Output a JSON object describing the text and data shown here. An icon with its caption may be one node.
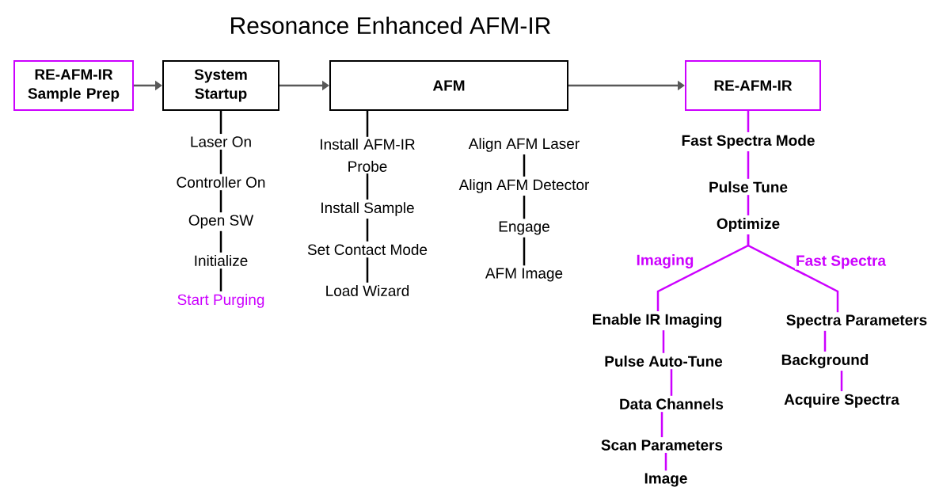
{
  "diagram": {
    "title": "Resonance Enhanced AFM-IR",
    "nodes": [
      {
        "text": [
          "RE-AFM-IR Sample Prep"
        ]
      },
      {
        "text": [
          "System Startup"
        ]
      },
      {
        "text": [
          "AFM"
        ]
      },
      {
        "text": [
          "RE-AFM-IR"
        ]
      },
      {
        "text": [
          "Laser On"
        ]
      },
      {
        "text": [
          "Controller On"
        ]
      },
      {
        "text": [
          "Open SW"
        ]
      },
      {
        "text": [
          "Initialize"
        ]
      },
      {
        "text": [
          "Start Purging"
        ]
      },
      {
        "text": [
          "Install AFM-IR Probe"
        ]
      },
      {
        "text": [
          "Install Sample"
        ]
      },
      {
        "text": [
          "Set Contact Mode"
        ]
      },
      {
        "text": [
          "Load Wizard"
        ]
      },
      {
        "text": [
          "Align AFM Laser"
        ]
      },
      {
        "text": [
          "Align AFM Detector"
        ]
      },
      {
        "text": [
          "Engage"
        ]
      },
      {
        "text": [
          "AFM Image"
        ]
      },
      {
        "text": [
          "Fast Spectra Mode"
        ]
      },
      {
        "text": [
          "Pulse Tune"
        ]
      },
      {
        "text": [
          "Optimize"
        ]
      },
      {
        "text": [
          "Enable IR Imaging"
        ]
      },
      {
        "text": [
          "Pulse Auto-Tune"
        ]
      },
      {
        "text": [
          "Data Channels"
        ]
      },
      {
        "text": [
          "Scan Parameters"
        ]
      },
      {
        "text": [
          "Image"
        ]
      },
      {
        "text": [
          "Spectra Parameters"
        ]
      },
      {
        "text": [
          "Background"
        ]
      },
      {
        "text": [
          "Acquire Spectra"
        ]
      }
    ],
    "edges": [
      {
        "from": 0,
        "to": 1,
        "arrow": "to",
        "color": "#595959"
      },
      {
        "from": 1,
        "to": 2,
        "arrow": "to",
        "color": "#595959"
      },
      {
        "from": 2,
        "to": 3,
        "arrow": "to",
        "color": "#595959"
      },
      {
        "from": 1,
        "to": 4,
        "arrow": "none"
      },
      {
        "from": 4,
        "to": 5,
        "arrow": "none"
      },
      {
        "from": 5,
        "to": 6,
        "arrow": "none"
      },
      {
        "from": 6,
        "to": 7,
        "arrow": "none"
      },
      {
        "from": 7,
        "to": 8,
        "arrow": "none"
      },
      {
        "from": 2,
        "to": 9,
        "arrow": "none"
      },
      {
        "from": 9,
        "to": 10,
        "arrow": "none"
      },
      {
        "from": 10,
        "to": 11,
        "arrow": "none"
      },
      {
        "from": 11,
        "to": 12,
        "arrow": "none"
      },
      {
        "from": 13,
        "to": 14,
        "arrow": "none"
      },
      {
        "from": 14,
        "to": 15,
        "arrow": "none"
      },
      {
        "from": 15,
        "to": 16,
        "arrow": "none"
      },
      {
        "from": 3,
        "to": 17,
        "arrow": "none",
        "color": "#cc00ff"
      },
      {
        "from": 17,
        "to": 18,
        "arrow": "none",
        "color": "#cc00ff"
      },
      {
        "from": 18,
        "to": 19,
        "arrow": "none",
        "color": "#cc00ff"
      },
      {
        "from": 19,
        "to": 20,
        "arrow": "none",
        "color": "#cc00ff",
        "label": "Imaging"
      },
      {
        "from": 19,
        "to": 25,
        "arrow": "none",
        "color": "#cc00ff",
        "label": "Fast Spectra"
      },
      {
        "from": 20,
        "to": 21,
        "arrow": "none",
        "color": "#cc00ff"
      },
      {
        "from": 21,
        "to": 22,
        "arrow": "none",
        "color": "#cc00ff"
      },
      {
        "from": 22,
        "to": 23,
        "arrow": "none",
        "color": "#cc00ff"
      },
      {
        "from": 23,
        "to": 24,
        "arrow": "none",
        "color": "#cc00ff"
      },
      {
        "from": 25,
        "to": 26,
        "arrow": "none",
        "color": "#cc00ff"
      },
      {
        "from": 26,
        "to": 27,
        "arrow": "none",
        "color": "#cc00ff"
      }
    ]
  }
}
